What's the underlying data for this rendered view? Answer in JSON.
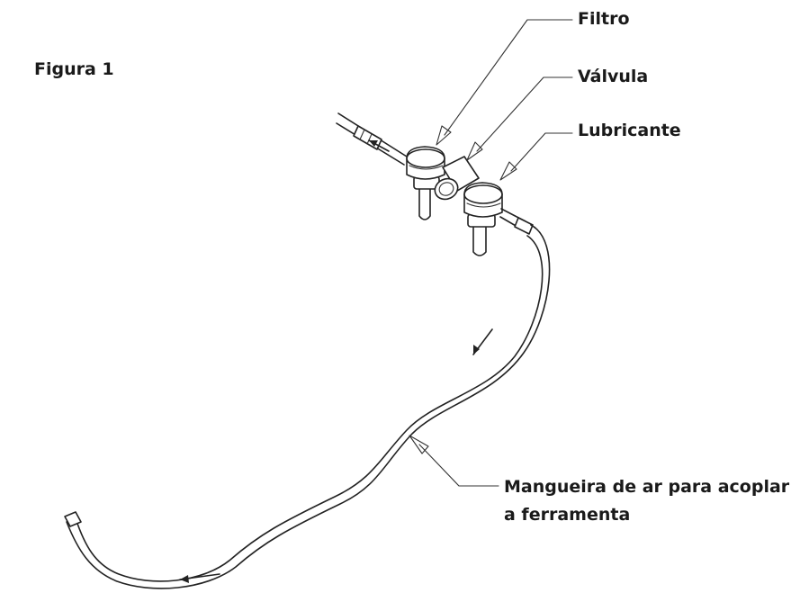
{
  "figure": {
    "title": "Figura 1"
  },
  "labels": {
    "filtro": "Filtro",
    "valvula": "Válvula",
    "lubricante": "Lubricante",
    "hose_line1": "Mangueira de ar para acoplar",
    "hose_line2": "a ferramenta"
  },
  "icons": {
    "flow_arrows": [
      "flow-arrow-icon"
    ]
  },
  "colors": {
    "line": "#222222",
    "background": "#ffffff"
  }
}
